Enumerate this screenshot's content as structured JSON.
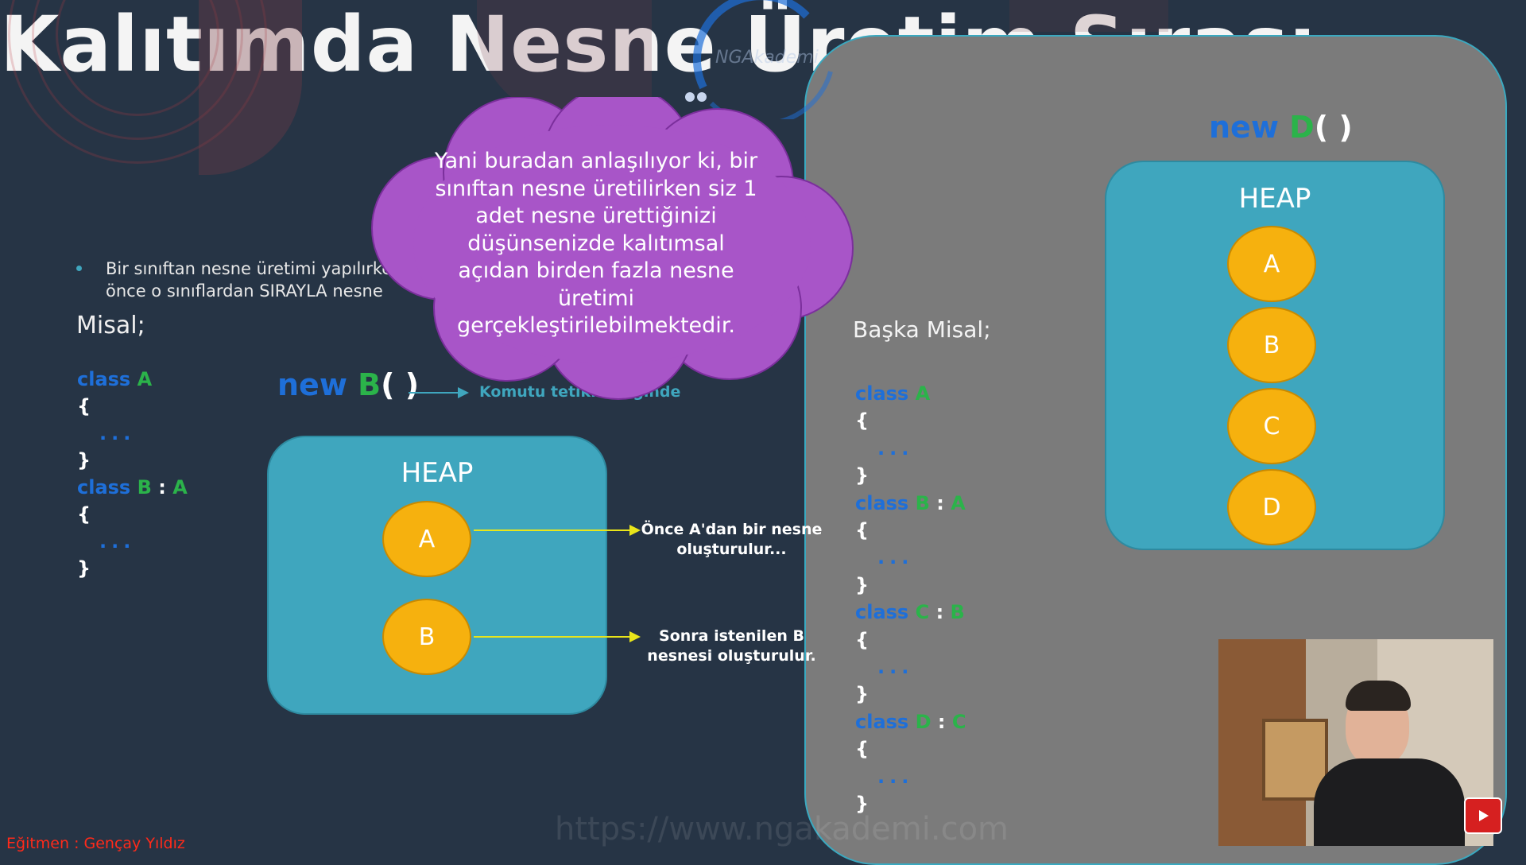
{
  "slide": {
    "title": "Kalıtımda Nesne Üretim Sırası",
    "bullet_text_line1": "Bir sınıftan nesne üretimi yapılırken",
    "bullet_text_line2": "önce o sınıflardan SIRAYLA nesne",
    "misal_label": "Misal;",
    "left_code": {
      "class_a_kw": "class",
      "class_a_name": "A",
      "open1": "{",
      "dots1": "...",
      "close1": "}",
      "class_b_kw": "class",
      "class_b_name": "B",
      "class_b_sep": ":",
      "class_b_base": "A",
      "open2": "{",
      "dots2": "...",
      "close2": "}"
    },
    "new_b": {
      "kw": "new",
      "name": "B",
      "parens": "( )"
    },
    "command_text": "Komutu tetiklendiğinde",
    "heap_left": {
      "title": "HEAP",
      "nodes": [
        "A",
        "B"
      ]
    },
    "note_a_line1": "Önce A'dan bir nesne",
    "note_a_line2": "oluşturulur...",
    "note_b_line1": "Sonra istenilen B",
    "note_b_line2": "nesnesi oluşturulur.",
    "cloud_text": "Yani buradan anlaşılıyor ki, bir sınıftan nesne üretilirken siz 1 adet nesne ürettiğinizi düşünsenizde kalıtımsal açıdan birden fazla nesne üretimi gerçekleştirilebilmektedir.",
    "right": {
      "new_d": {
        "kw": "new",
        "name": "D",
        "parens": "( )"
      },
      "heap_title": "HEAP",
      "nodes": [
        "A",
        "B",
        "C",
        "D"
      ],
      "baska_misal": "Başka Misal;",
      "code": [
        {
          "kw": "class",
          "name": "A",
          "sep": "",
          "base": ""
        },
        {
          "kw": "class",
          "name": "B",
          "sep": ":",
          "base": "A"
        },
        {
          "kw": "class",
          "name": "C",
          "sep": ":",
          "base": "B"
        },
        {
          "kw": "class",
          "name": "D",
          "sep": ":",
          "base": "C"
        }
      ],
      "open": "{",
      "dots": "...",
      "close": "}"
    }
  },
  "watermark_url": "https://www.ngakademi.com",
  "instructor_label": "Eğitmen : Gençay Yıldız",
  "logo_text": "NGAkademi",
  "colors": {
    "background": "#263445",
    "keyword": "#1e6fd9",
    "class_name": "#2bb34a",
    "heap": "#3fa6be",
    "node": "#f6b10e",
    "cloud": "#a855c8",
    "panel": "#7b7b7b",
    "arrow": "#e9e51a",
    "instructor": "#ff2a1a"
  },
  "icons": [
    "youtube-play-icon",
    "bullet-dot-icon",
    "arrow-right-icon"
  ]
}
